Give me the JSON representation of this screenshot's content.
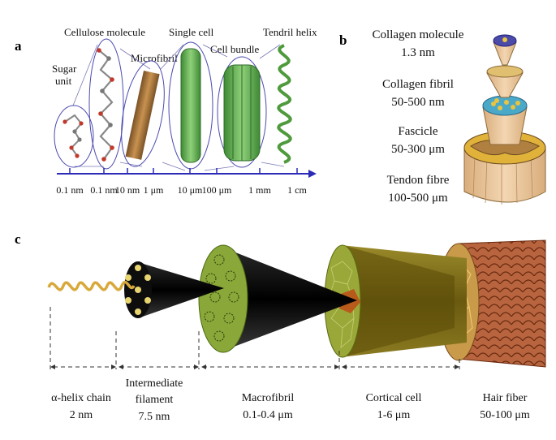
{
  "panel_a": {
    "label": "a",
    "structures": [
      "Sugar unit",
      "Cellulose molecule",
      "Microfibril",
      "Single cell",
      "Cell bundle",
      "Tendril helix"
    ],
    "sugar_unit_line1": "Sugar",
    "sugar_unit_line2": "unit",
    "scale_ticks": [
      "0.1 nm",
      "0.1 nm",
      "10 nm",
      "1 μm",
      "10 μm",
      "100 μm",
      "1 mm",
      "1 cm"
    ]
  },
  "panel_b": {
    "label": "b",
    "levels": [
      {
        "name": "Collagen molecule",
        "size": "1.3 nm"
      },
      {
        "name": "Collagen fibril",
        "size": "50-500 nm"
      },
      {
        "name": "Fascicle",
        "size": "50-300 μm"
      },
      {
        "name": "Tendon fibre",
        "size": "100-500 μm"
      }
    ]
  },
  "panel_c": {
    "label": "c",
    "levels": [
      {
        "name": "α-helix chain",
        "size": "2 nm"
      },
      {
        "name": "Intermediate",
        "name2": "filament",
        "size": "7.5 nm"
      },
      {
        "name": "Macrofibril",
        "size": "0.1-0.4 μm"
      },
      {
        "name": "Cortical cell",
        "size": "1-6 μm"
      },
      {
        "name": "Hair fiber",
        "size": "50-100 μm"
      }
    ]
  },
  "colors": {
    "axis_blue": "#2b2bb8",
    "ellipse_outline": "#5a5ab8",
    "cell_green": "#5aaa4a",
    "microfibril_brown": "#a8763a",
    "tendon_tan": "#e8c49a",
    "keratin_gold": "#d8a93a",
    "cone_black": "#111111",
    "macrofibril_green": "#8aa83a",
    "cortex_olive": "#7a8a2a",
    "hair_brown": "#a85a3a"
  }
}
